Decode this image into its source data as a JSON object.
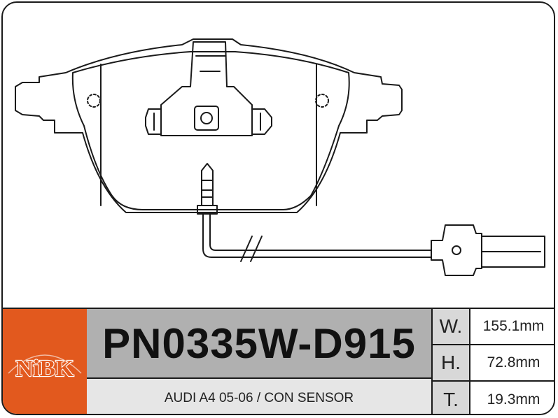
{
  "brand": {
    "logo_text": "NiBK",
    "logo_color": "#e2591e"
  },
  "product": {
    "part_number": "PN0335W-D915",
    "application": "AUDI A4 05-06 / CON SENSOR"
  },
  "dimensions": [
    {
      "label": "W.",
      "value": "155.1mm"
    },
    {
      "label": "H.",
      "value": "72.8mm"
    },
    {
      "label": "T.",
      "value": "19.3mm"
    }
  ],
  "drawing": {
    "subject": "brake-pad-with-wear-sensor",
    "has_wear_sensor": true
  }
}
